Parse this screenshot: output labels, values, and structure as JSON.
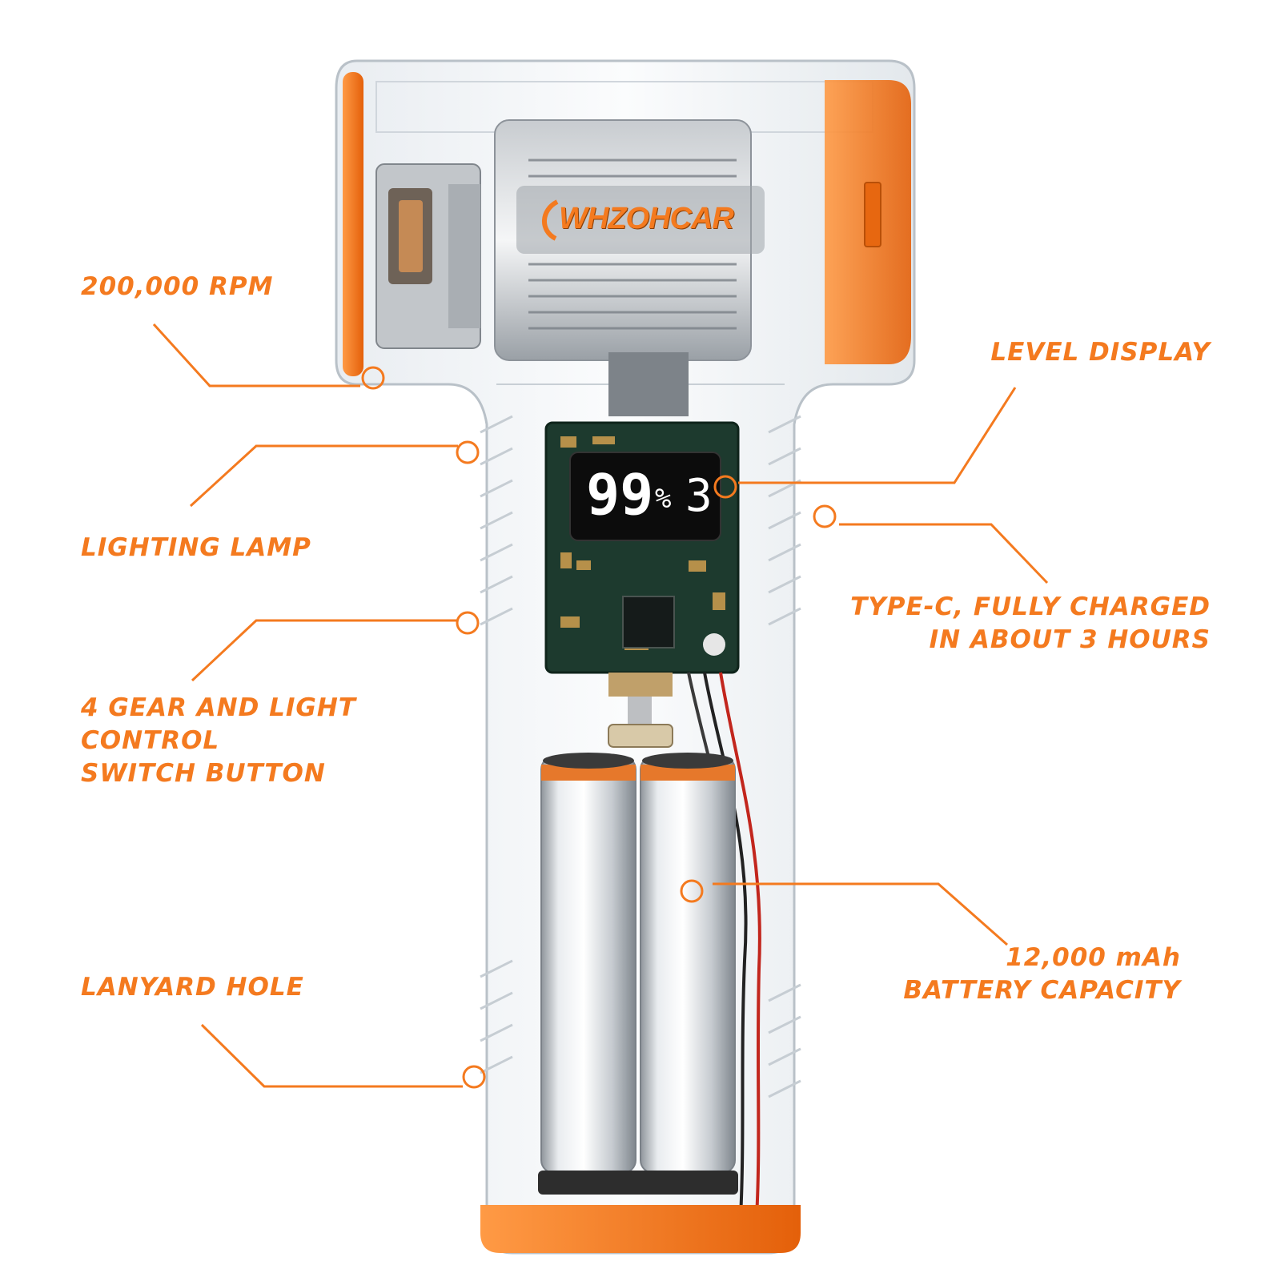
{
  "brand": "WHZOHCAR",
  "display": {
    "percent_value": "99",
    "percent_sign": "%",
    "gear_value": "3"
  },
  "callouts": {
    "rpm": "200,000 RPM",
    "lighting_lamp": "LIGHTING LAMP",
    "switch_button": [
      "4 GEAR AND LIGHT",
      "CONTROL",
      "SWITCH BUTTON"
    ],
    "lanyard_hole": "LANYARD HOLE",
    "level_display": "LEVEL DISPLAY",
    "type_c": [
      "TYPE-C, FULLY CHARGED",
      "IN ABOUT 3 HOURS"
    ],
    "battery": [
      "12,000 mAh",
      "BATTERY CAPACITY"
    ]
  },
  "colors": {
    "accent": "#f47a1f",
    "pcb": "#1d3a2e",
    "display_bg": "#0c0c0c",
    "battery_silver": "#d7dadd"
  }
}
